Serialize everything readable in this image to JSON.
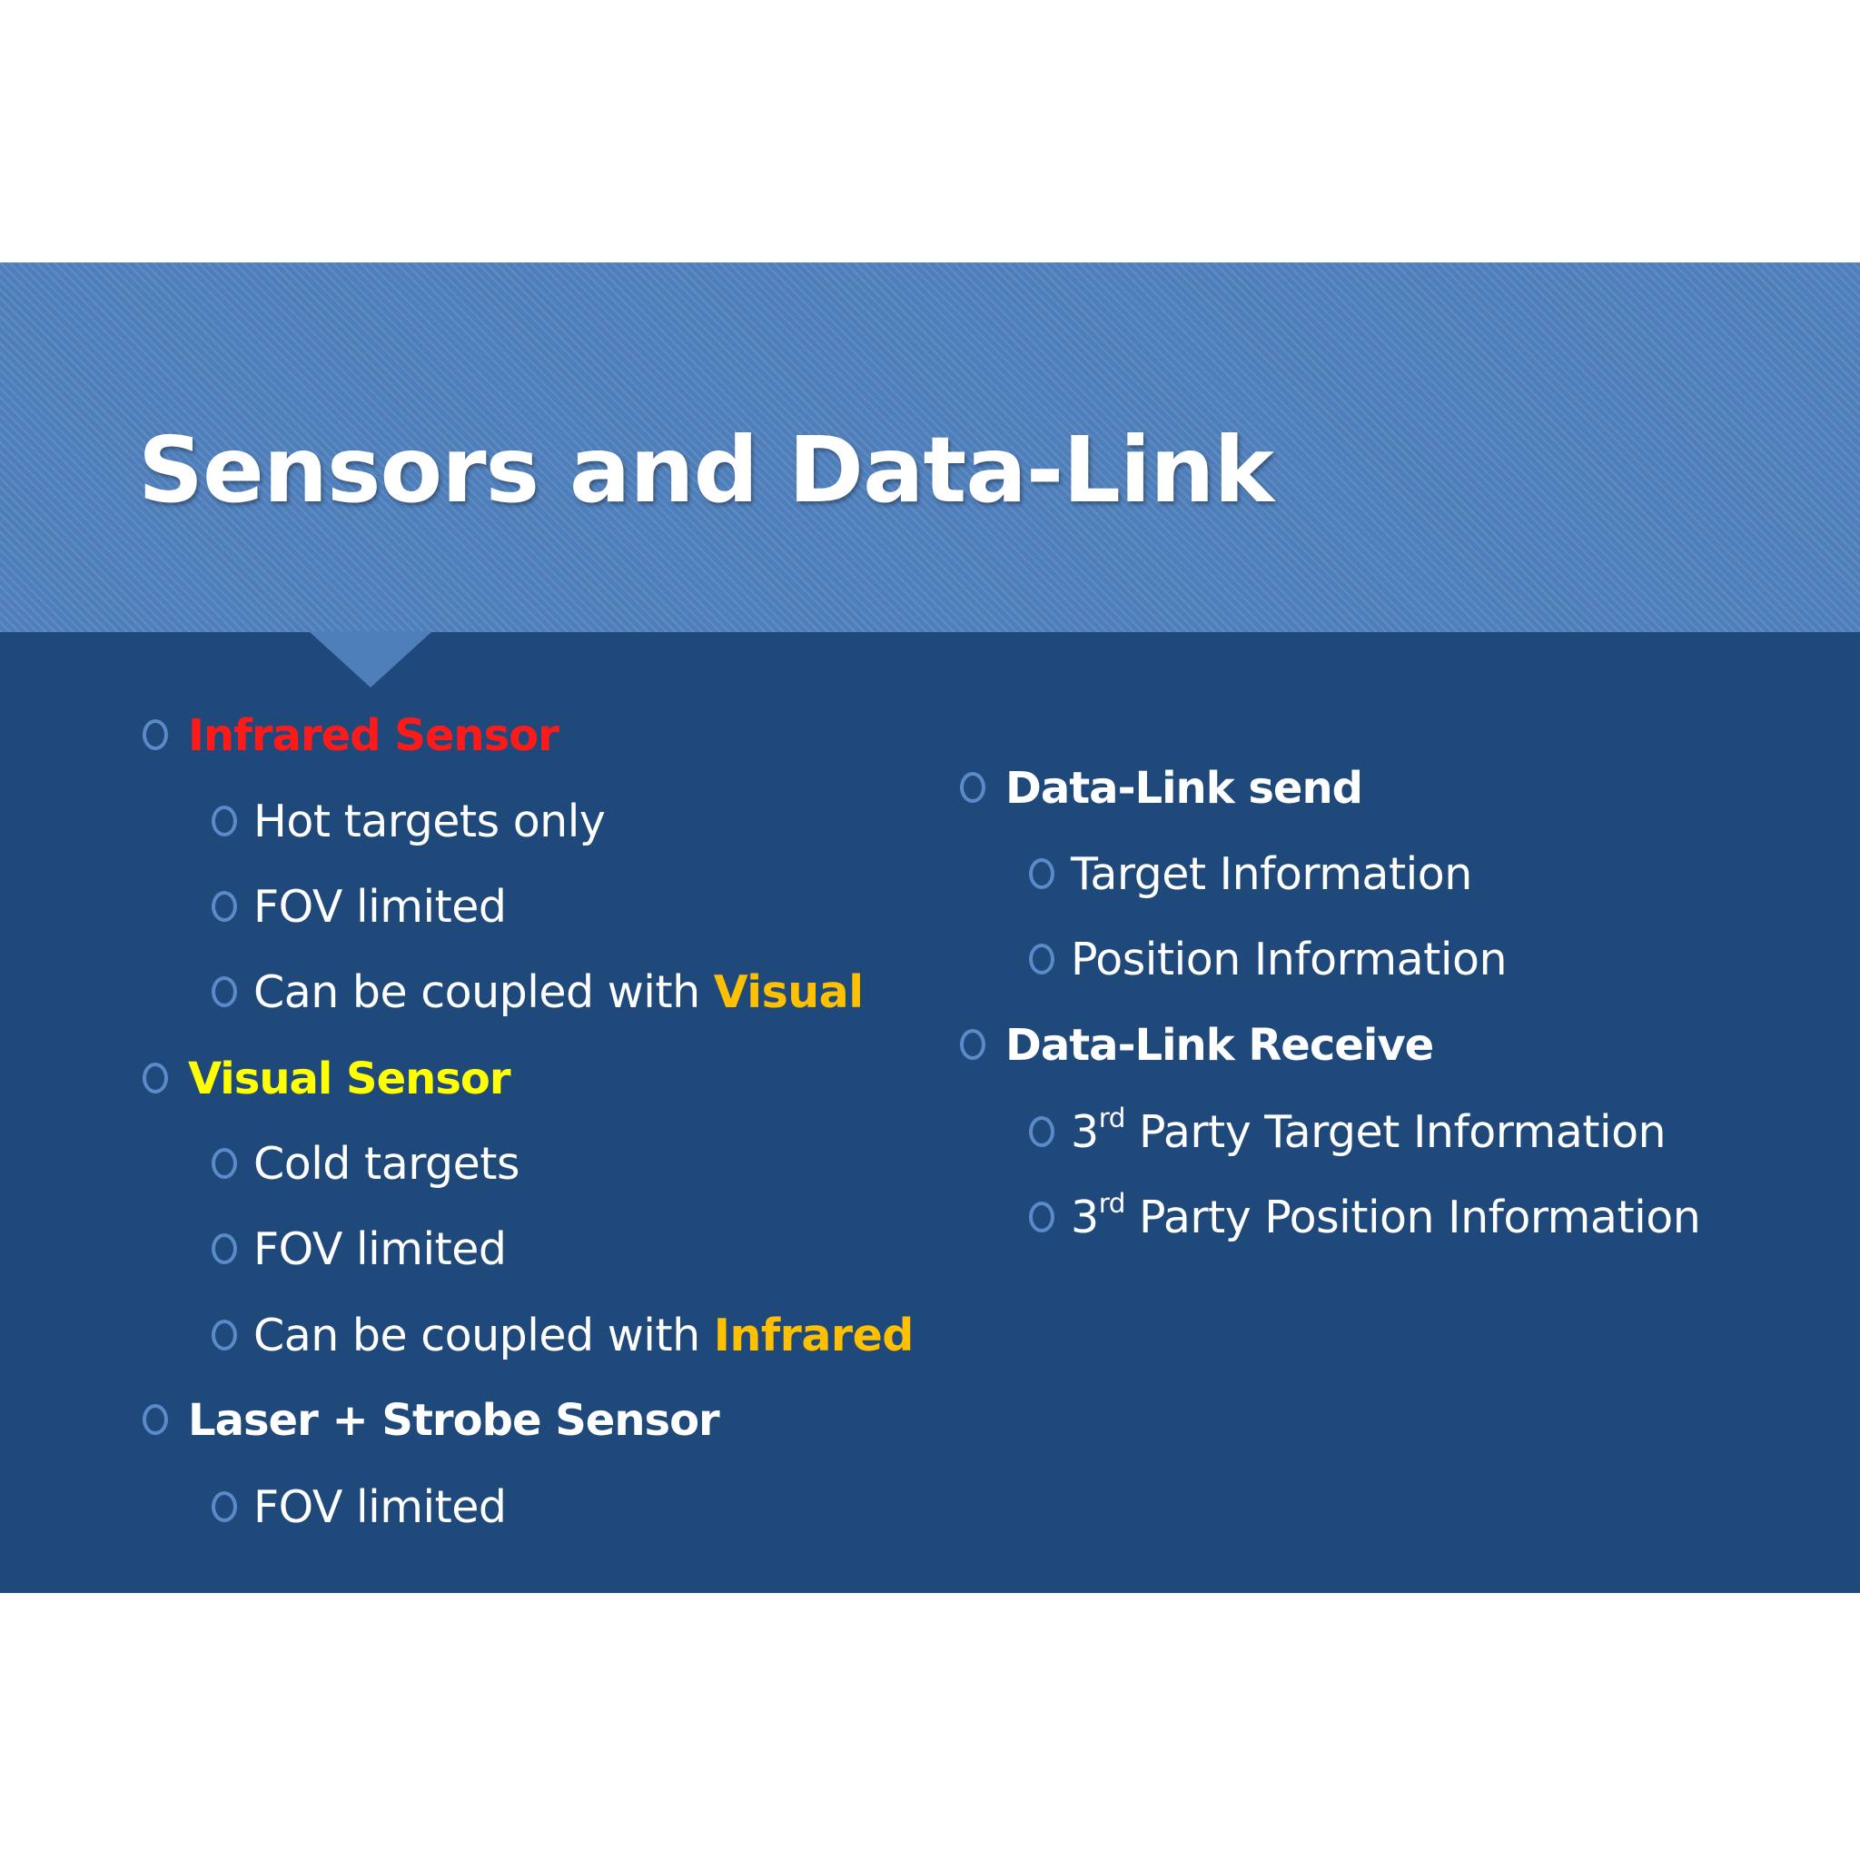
{
  "slide": {
    "title": "Sensors and Data-Link",
    "left_column": [
      {
        "level": 1,
        "text": "Infrared Sensor",
        "color": "#ff1a1a"
      },
      {
        "level": 2,
        "text": "Hot targets only"
      },
      {
        "level": 2,
        "text": "FOV limited"
      },
      {
        "level": 2,
        "text": "Can be coupled with ",
        "highlight": "Visual",
        "highlight_color": "#ffc000"
      },
      {
        "level": 1,
        "text": "Visual Sensor",
        "color": "#ffff00"
      },
      {
        "level": 2,
        "text": "Cold targets"
      },
      {
        "level": 2,
        "text": "FOV limited"
      },
      {
        "level": 2,
        "text": "Can be coupled with ",
        "highlight": "Infrared",
        "highlight_color": "#ffc000"
      },
      {
        "level": 1,
        "text": "Laser + Strobe Sensor",
        "color": "#ffffff"
      },
      {
        "level": 2,
        "text": "FOV limited"
      }
    ],
    "right_column": [
      {
        "level": 1,
        "text": "Data-Link send",
        "color": "#ffffff"
      },
      {
        "level": 2,
        "text": "Target Information"
      },
      {
        "level": 2,
        "text": "Position Information"
      },
      {
        "level": 1,
        "text": "Data-Link Receive",
        "color": "#ffffff"
      },
      {
        "level": 2,
        "prefix": "3",
        "sup": "rd",
        "text": " Party Target Information"
      },
      {
        "level": 2,
        "prefix": "3",
        "sup": "rd",
        "text": " Party Position Information"
      }
    ],
    "colors": {
      "title_band": "#4f7fbb",
      "body_band": "#1f487b",
      "bullet": "#5a8ac9",
      "infrared_heading": "#ff1a1a",
      "visual_heading": "#ffff00",
      "highlight": "#ffc000"
    },
    "icons": {
      "bullet": "ring-bullet-icon"
    }
  }
}
